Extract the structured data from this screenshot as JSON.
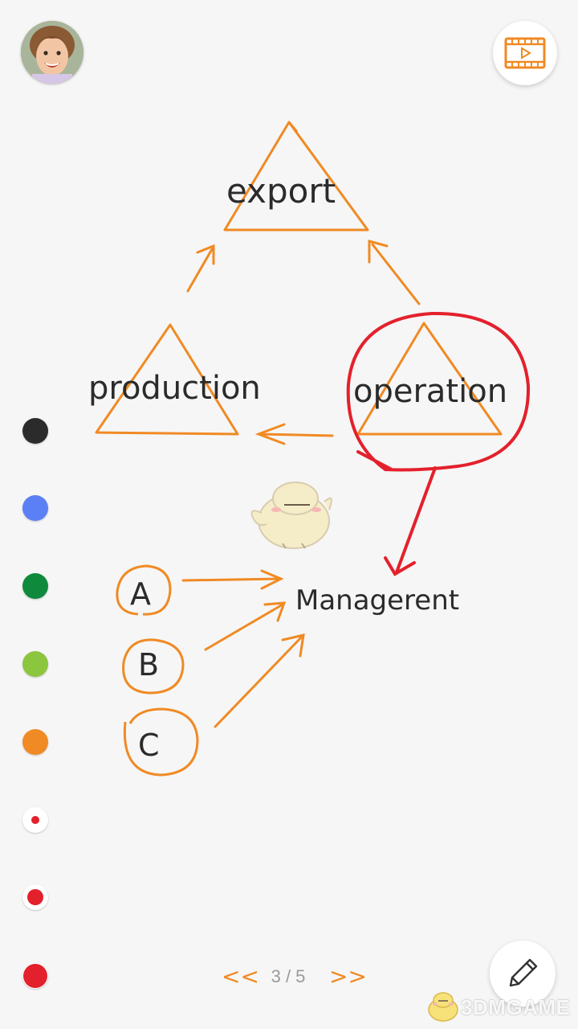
{
  "toolbar": {
    "avatar_icon": "child-avatar-photo",
    "video_icon": "video-play-icon"
  },
  "drawing": {
    "labels": {
      "export": "export",
      "production": "production",
      "operation": "operation",
      "management": "Managerent",
      "a": "A",
      "b": "B",
      "c": "C"
    },
    "stroke_colors": {
      "orange": "#f08a24",
      "red": "#e3212c"
    }
  },
  "palette": {
    "colors": [
      "#2b2b2b",
      "#5b7ff5",
      "#0f8a3c",
      "#8cc63f",
      "#f08a24"
    ],
    "brush_color": "#e3212c",
    "brush_sizes": [
      "small",
      "medium",
      "large"
    ]
  },
  "pager": {
    "prev_label": "<<",
    "next_label": ">>",
    "page_text": "3 / 5"
  },
  "actions": {
    "edit_icon": "pencil-icon"
  },
  "watermark": {
    "text": "3DMGAME"
  }
}
